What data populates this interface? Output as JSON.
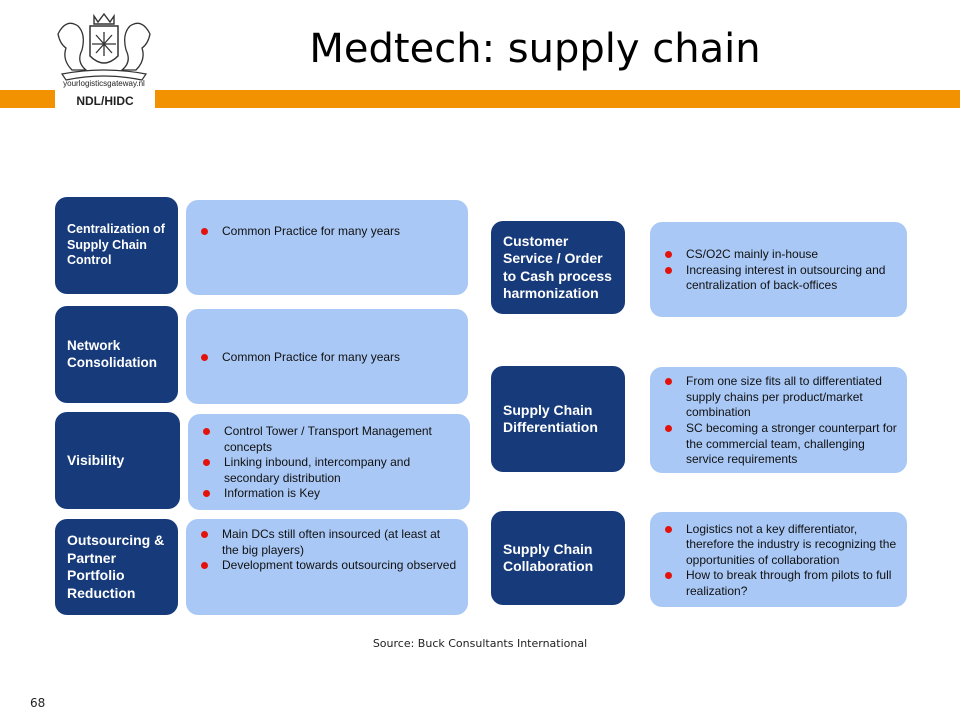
{
  "header": {
    "title": "Medtech: supply chain",
    "logo_url_text": "yourlogisticsgateway.nl",
    "logo_tag": "NDL/HIDC"
  },
  "left_column": [
    {
      "label": "Centralization of Supply Chain Control",
      "bullets": [
        "Common Practice for many years"
      ]
    },
    {
      "label": "Network Consolidation",
      "bullets": [
        "Common Practice for many years"
      ]
    },
    {
      "label": "Visibility",
      "bullets": [
        "Control Tower / Transport Management concepts",
        "Linking inbound, intercompany and secondary distribution",
        "Information is Key"
      ]
    },
    {
      "label": "Outsourcing & Partner Portfolio Reduction",
      "bullets": [
        "Main DCs still often insourced (at least at the big players)",
        "Development towards outsourcing observed"
      ]
    }
  ],
  "right_column": [
    {
      "label": "Customer Service / Order to Cash process harmonization",
      "bullets": [
        "CS/O2C mainly in-house",
        "Increasing interest in outsourcing and centralization of back-offices"
      ]
    },
    {
      "label": "Supply Chain Differentiation",
      "bullets": [
        "From one size fits all to differentiated supply chains per product/market combination",
        "SC becoming a stronger counterpart for the commercial team, challenging service requirements"
      ]
    },
    {
      "label": "Supply Chain Collaboration",
      "bullets": [
        "Logistics not a key differentiator, therefore the industry is recognizing the opportunities of collaboration",
        "How to break through from pilots to full realization?"
      ]
    }
  ],
  "footer": {
    "source": "Source: Buck Consultants International",
    "page_number": "68"
  },
  "colors": {
    "accent_bar": "#f39200",
    "dark_box": "#163a7a",
    "light_box": "#a9c8f5",
    "bullet": "#e3120b"
  }
}
